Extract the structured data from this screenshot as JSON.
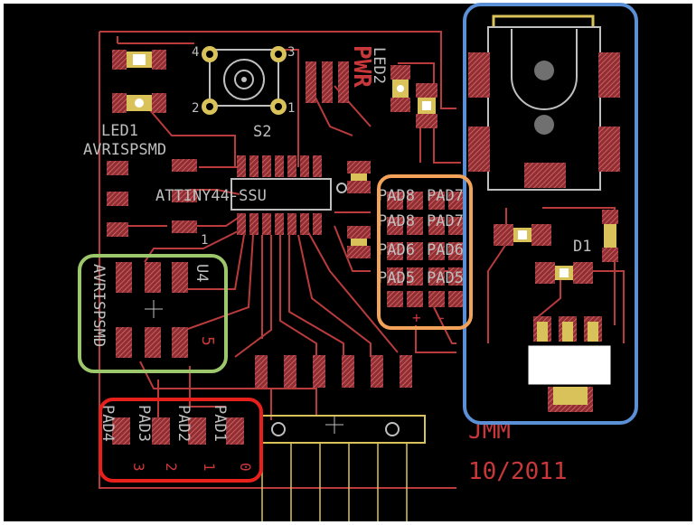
{
  "labels": {
    "led1": "LED1",
    "avrispsmd_top": "AVRISPSMD",
    "s2": "S2",
    "led2": "LED2",
    "pwr": "PWR",
    "attiny": "ATTINY44-SSU",
    "pad8": "PAD8",
    "pad7": "PAD7",
    "pad6": "PAD6",
    "pad5": "PAD5",
    "pad8b": "PAD8",
    "pad7b": "PAD7",
    "pad6b": "PAD6",
    "pad5b": "PAD5",
    "plus": "+",
    "minus": "-",
    "d1": "D1",
    "u4": "U4",
    "num1": "1",
    "num5": "5",
    "avrispsmd_rot": "AVRISPSMD",
    "pad4": "PAD4",
    "pad3": "PAD3",
    "pad2": "PAD2",
    "pad1": "PAD1",
    "n3": "3",
    "n2": "2",
    "n1": "1",
    "n0": "0",
    "jmm": "JMM",
    "date": "10/2011",
    "s2_pin4": "4",
    "s2_pin3": "3",
    "s2_pin2": "2",
    "s2_pin1": "1"
  },
  "colors": {
    "board": "#000000",
    "trace": "#b93b3b",
    "pad": "#c0504d",
    "silk": "#bfbfbf",
    "gold": "#d9c25a",
    "blue_box": "#5b8fd6",
    "orange_box": "#f3a25a",
    "green_box": "#9cc76a",
    "red_box": "#e8201c"
  }
}
